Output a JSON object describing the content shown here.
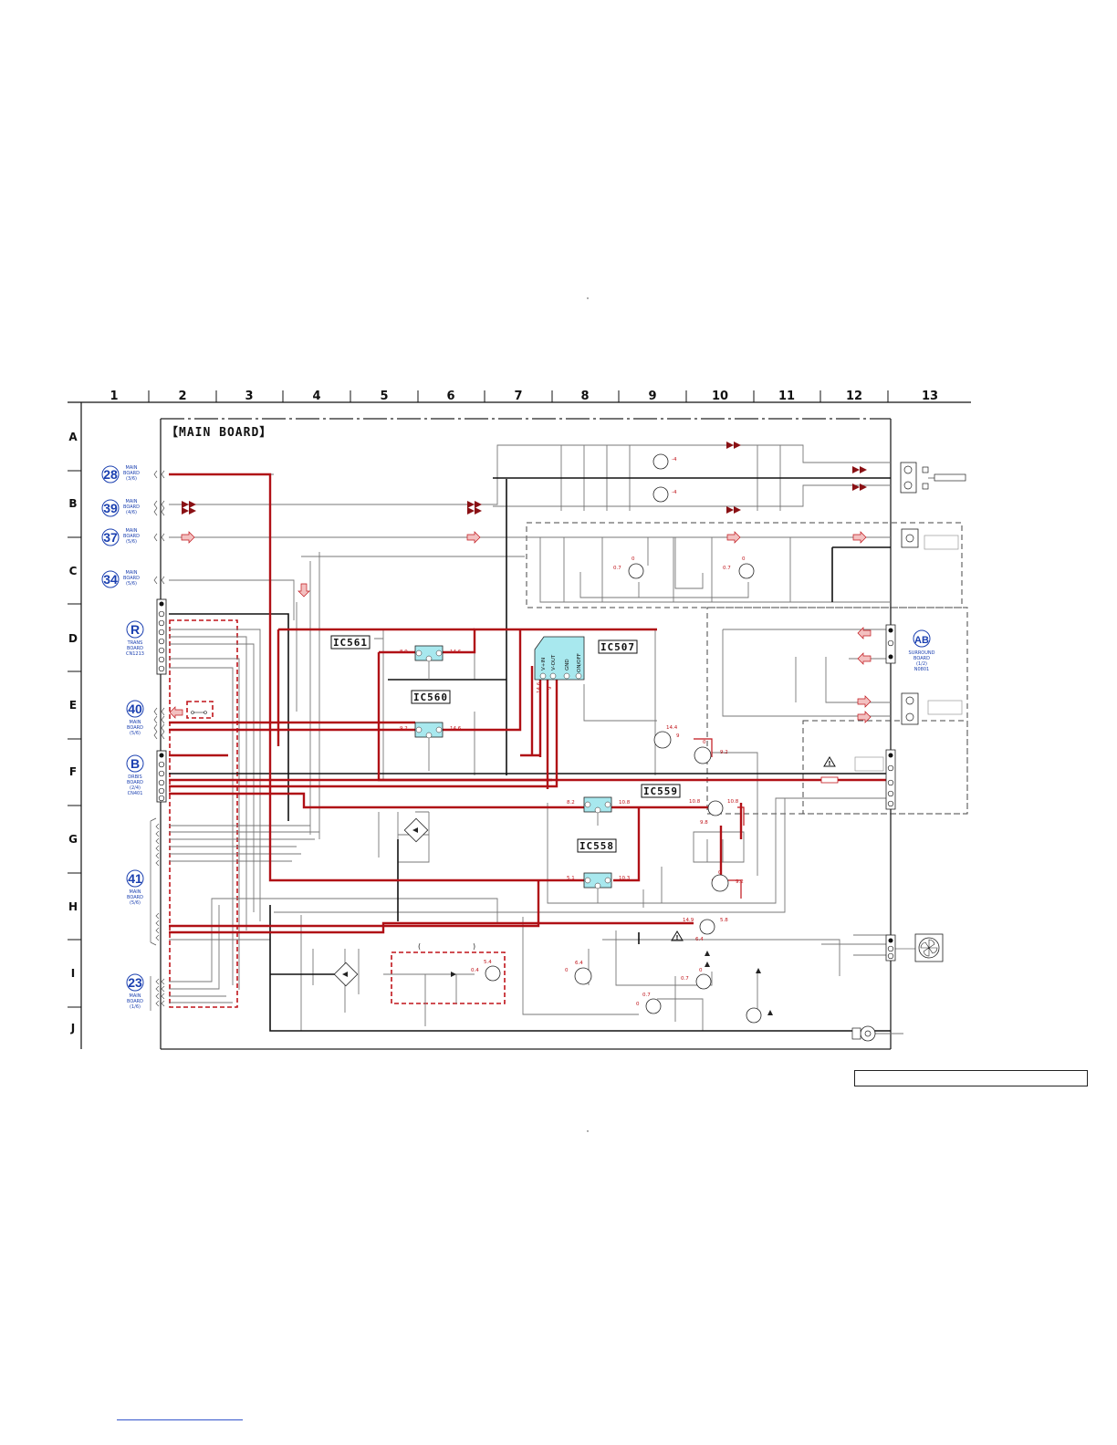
{
  "board_title": "【MAIN BOARD】",
  "columns": [
    "1",
    "2",
    "3",
    "4",
    "5",
    "6",
    "7",
    "8",
    "9",
    "10",
    "11",
    "12",
    "13"
  ],
  "rows": [
    "A",
    "B",
    "C",
    "D",
    "E",
    "F",
    "G",
    "H",
    "I",
    "J"
  ],
  "ics": {
    "ic561": "IC561",
    "ic560": "IC560",
    "ic507": "IC507",
    "ic559": "IC559",
    "ic558": "IC558"
  },
  "ic507_pins": [
    "V+IN",
    "V-OUT",
    "GND",
    "ON/OFF"
  ],
  "connectors": {
    "c28": {
      "id": "28",
      "line1": "MAIN",
      "line2": "BOARD",
      "line3": "(3/6)"
    },
    "c39": {
      "id": "39",
      "line1": "MAIN",
      "line2": "BOARD",
      "line3": "(4/6)"
    },
    "c37": {
      "id": "37",
      "line1": "MAIN",
      "line2": "BOARD",
      "line3": "(5/6)"
    },
    "c34": {
      "id": "34",
      "line1": "MAIN",
      "line2": "BOARD",
      "line3": "(5/6)"
    },
    "cR": {
      "id": "R",
      "line1": "TRANS",
      "line2": "BOARD",
      "line3": "CN1213"
    },
    "c40": {
      "id": "40",
      "line1": "MAIN",
      "line2": "BOARD",
      "line3": "(5/6)"
    },
    "cB": {
      "id": "B",
      "line1": "DRBIS",
      "line2": "BOARD",
      "line3": "(2/4)",
      "line4": "CN401"
    },
    "c41": {
      "id": "41",
      "line1": "MAIN",
      "line2": "BOARD",
      "line3": "(5/6)"
    },
    "c23": {
      "id": "23",
      "line1": "MAIN",
      "line2": "BOARD",
      "line3": "(1/6)"
    },
    "cAB": {
      "id": "AB",
      "line1": "SURROUND",
      "line2": "BOARD",
      "line3": "(1/2)",
      "line4": "N0801"
    }
  },
  "voltages": {
    "ic561_in": "8.9",
    "ic561_out": "14.6",
    "ic560_in": "9.2",
    "ic560_out": "14.6",
    "ic507_p1": "14.6",
    "ic507_p2": "9",
    "q_e_base": "14.4",
    "q_e_b2": "9",
    "q_f_out": "9.2",
    "q_f_b": "0",
    "ic559_in": "8.2",
    "ic559_out": "10.8",
    "q_g_b": "10.8",
    "q_g_c": "10.8",
    "q_g_e": "9.8",
    "ic558_in": "5.1",
    "ic558_out": "10.3",
    "q_h_b": "0",
    "q_h_c": "9.2",
    "q_i_e": "14.9",
    "q_i_c": "5.8",
    "q_i_b": "6.4",
    "q_i2_a": "0",
    "q_i2_b": "6.4",
    "q_i3_b": "0",
    "q_i3_c": "0.7",
    "q_j_b": "0.7",
    "q_j_c": "0",
    "q_red_b": "5.4",
    "q_red_c": "0.4",
    "q_a1": "-4",
    "q_a2": "-4",
    "q_c1_b": "0.7",
    "q_c1_c": "0",
    "q_c2_b": "0.7",
    "q_c2_c": "0"
  },
  "colors": {
    "power_line": "#b01016",
    "voltage_text": "#c0141a",
    "connector_blue": "#1a3fb0",
    "ic_fill": "#a8e8ee"
  }
}
